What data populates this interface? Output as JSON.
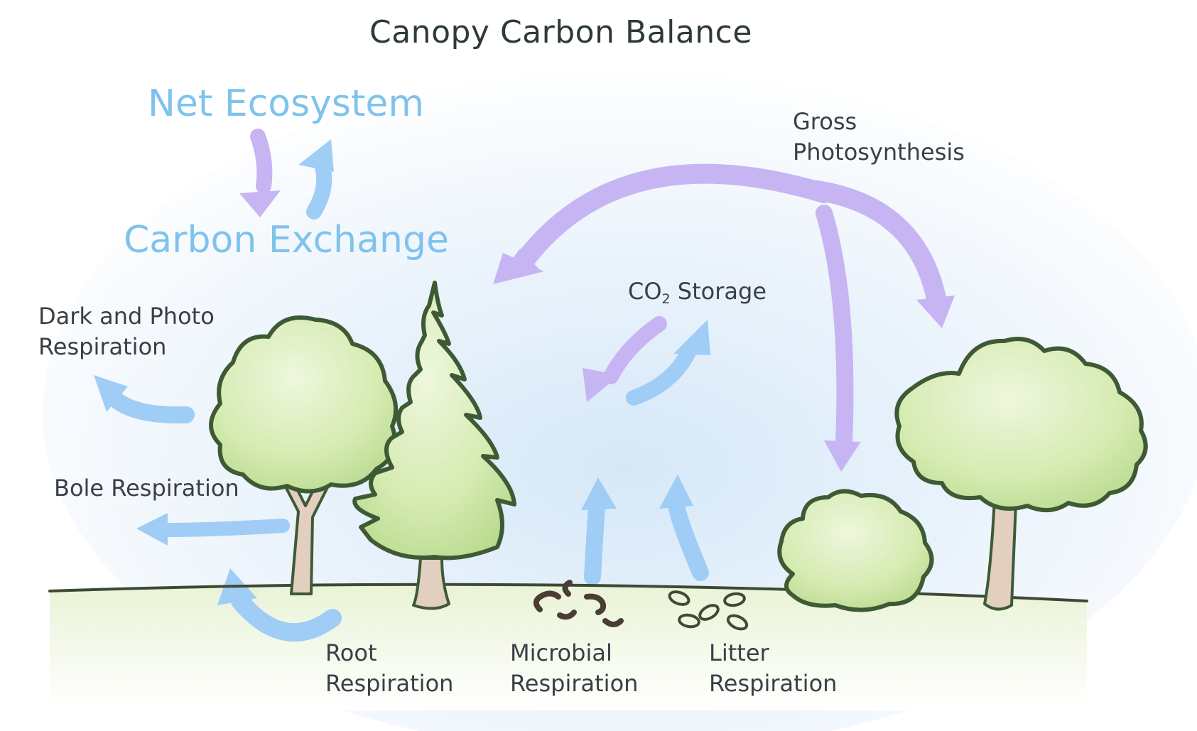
{
  "title": "Canopy Carbon Balance",
  "labels": {
    "nee_top": "Net Ecosystem",
    "nee_bottom": "Carbon Exchange",
    "gross_l1": "Gross",
    "gross_l2": "Photosynthesis",
    "co2": "CO",
    "co2_sub": "2",
    "storage": " Storage",
    "dark_l1": "Dark and Photo",
    "dark_l2": "Respiration",
    "bole": "Bole Respiration",
    "root_l1": "Root",
    "root_l2": "Respiration",
    "micro_l1": "Microbial",
    "micro_l2": "Respiration",
    "litter_l1": "Litter",
    "litter_l2": "Respiration"
  },
  "colors": {
    "release_arrow": "#9fcdf5",
    "uptake_arrow": "#c7b5f3",
    "label_blue": "#7fc3ec",
    "foliage": "#cfe8a8",
    "outline": "#3e5a35",
    "trunk": "#e2cfc0"
  },
  "icons": [
    "deciduous-tree-icon",
    "conifer-tree-icon",
    "shrub-icon",
    "microbe-icon",
    "leaf-litter-icon"
  ]
}
